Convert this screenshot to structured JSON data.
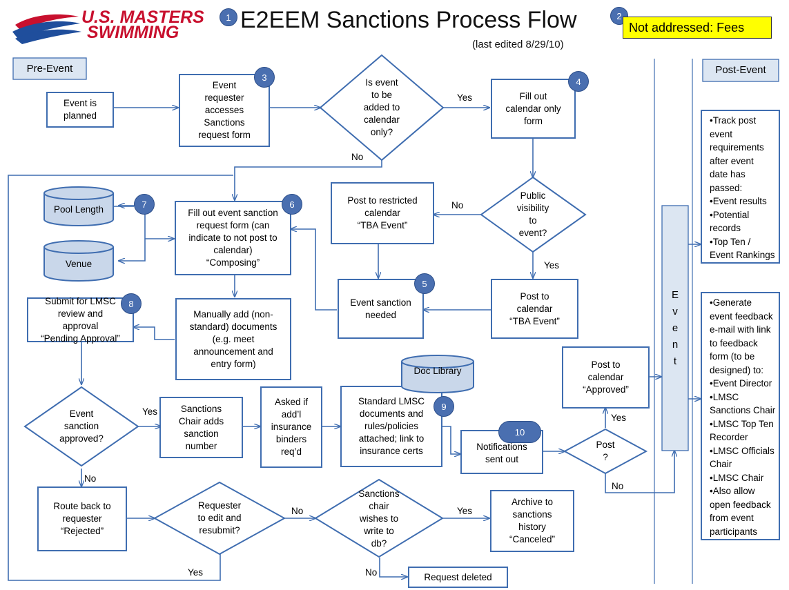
{
  "header": {
    "logo_line1": "U.S. MASTERS",
    "logo_line2": "SWIMMING",
    "title": "E2EEM Sanctions Process Flow",
    "title_badge": "1",
    "subtitle": "(last edited 8/29/10)",
    "note_badge": "2",
    "note": "Not addressed: Fees"
  },
  "sections": {
    "pre_event": "Pre-Event",
    "post_event": "Post-Event",
    "event_bar": "E\nv\ne\nn\nt"
  },
  "nodes": {
    "event_planned": "Event is\nplanned",
    "requester_access": "Event\nrequester\naccesses\nSanctions\nrequest form",
    "calendar_only_q": "Is event\nto be\nadded to\ncalendar\nonly?",
    "fill_calendar": "Fill out\ncalendar only\nform",
    "public_vis_q": "Public\nvisibility\nto\nevent?",
    "post_restricted": "Post to restricted\ncalendar\n“TBA Event”",
    "post_tba": "Post to\ncalendar\n“TBA Event”",
    "sanction_needed": "Event sanction\nneeded",
    "pool_length": "Pool Length",
    "venue": "Venue",
    "fill_sanction": "Fill out event sanction\nrequest form (can\nindicate to not post to\ncalendar)\n“Composing”",
    "manual_add": "Manually add (non-\nstandard) documents\n(e.g. meet\nannouncement and\nentry form)",
    "submit_review": "Submit for LMSC\nreview and\napproval\n“Pending Approval”",
    "approved_q": "Event\nsanction\napproved?",
    "chair_adds": "Sanctions\nChair adds\nsanction\nnumber",
    "insurance": "Asked if\nadd’l\ninsurance\nbinders\nreq’d",
    "standard_docs": "Standard LMSC\ndocuments and\nrules/policies\nattached; link to\ninsurance certs",
    "doc_library": "Doc Library",
    "notifications": "Notifications\nsent out",
    "post_q": "Post\n?",
    "post_approved": "Post to\ncalendar\n“Approved”",
    "route_back": "Route back to\nrequester\n“Rejected”",
    "resubmit_q": "Requester\nto edit and\nresubmit?",
    "write_db_q": "Sanctions\nchair\nwishes to\nwrite to\ndb?",
    "archive": "Archive to\nsanctions\nhistory\n“Canceled”",
    "deleted": "Request deleted",
    "post_track": "•Track post\nevent\nrequirements\nafter event\ndate has\npassed:\n•Event results\n•Potential\nrecords\n•Top Ten /\nEvent Rankings",
    "post_feedback": "•Generate\nevent feedback\ne-mail with link\nto feedback\nform (to be\ndesigned) to:\n•Event Director\n•LMSC\nSanctions Chair\n•LMSC Top Ten\nRecorder\n•LMSC Officials\nChair\n•LMSC Chair\n•Also allow\nopen feedback\nfrom event\nparticipants"
  },
  "badges": {
    "b3": "3",
    "b4": "4",
    "b5": "5",
    "b6": "6",
    "b7": "7",
    "b8": "8",
    "b9": "9",
    "b10": "10"
  },
  "edges": {
    "yes": "Yes",
    "no": "No"
  },
  "colors": {
    "stroke": "#3f6db0",
    "fill": "#ffffff",
    "section_fill": "#dce6f2",
    "cyl_fill": "#c9d7ea",
    "badge": "#4a6fb0",
    "note": "#ffff00",
    "logo_red": "#c8102e",
    "logo_blue": "#1f4e9c"
  }
}
